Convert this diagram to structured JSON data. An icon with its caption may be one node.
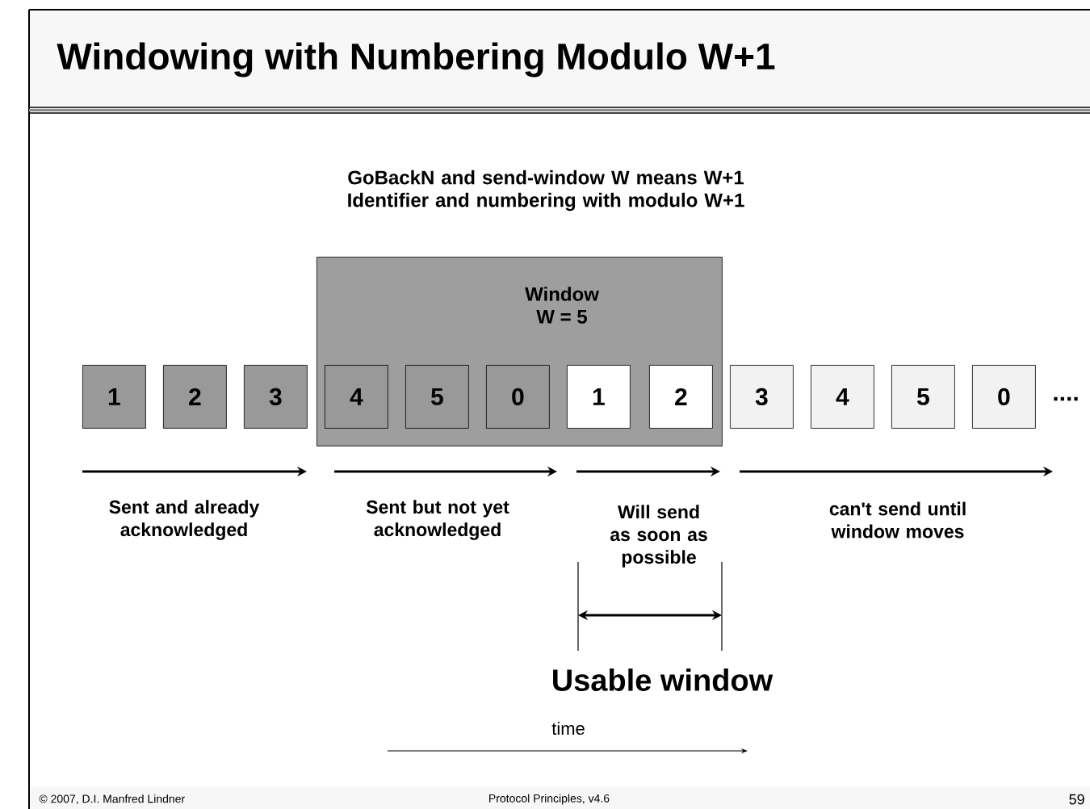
{
  "diagram": {
    "title": "Windowing with Numbering Modulo W+1",
    "caption": "GoBackN and send-window W means W+1 Identifier and numbering  with modulo W+1",
    "nodes": [
      {
        "text": [
          "Window",
          "W = 5"
        ]
      },
      {
        "text": [
          "1"
        ]
      },
      {
        "text": [
          "2"
        ]
      },
      {
        "text": [
          "3"
        ]
      },
      {
        "text": [
          "4"
        ],
        "in": 0
      },
      {
        "text": [
          "5"
        ],
        "in": 0
      },
      {
        "text": [
          "0"
        ],
        "in": 0
      },
      {
        "text": [
          "1"
        ],
        "in": 0
      },
      {
        "text": [
          "2"
        ],
        "in": 0
      },
      {
        "text": [
          "3"
        ]
      },
      {
        "text": [
          "4"
        ]
      },
      {
        "text": [
          "5"
        ]
      },
      {
        "text": [
          "0"
        ]
      }
    ],
    "edges": [],
    "labels": [
      "....",
      "Sent and already acknowledged",
      "Sent but not yet acknowledged",
      "Will send as soon as possible",
      "can't send until window moves",
      "Usable window",
      "time",
      "© 2007, D.I. Manfred Lindner",
      "Protocol Principles, v4.6",
      "59"
    ]
  }
}
